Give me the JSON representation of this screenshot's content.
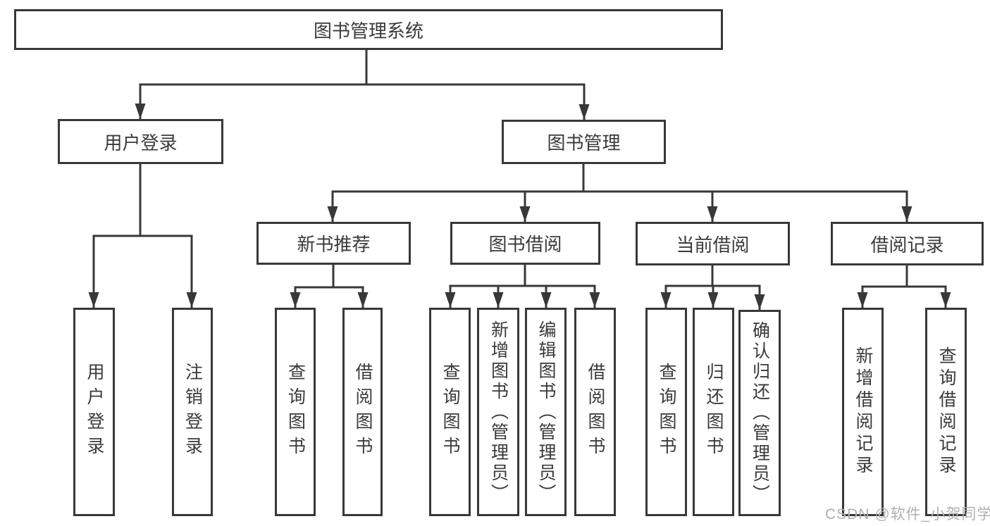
{
  "diagram_title": "图书管理系统",
  "tree": {
    "label": "图书管理系统",
    "children": [
      {
        "label": "用户登录",
        "children": [
          {
            "label": "用户登录"
          },
          {
            "label": "注销登录"
          }
        ]
      },
      {
        "label": "图书管理",
        "children": [
          {
            "label": "新书推荐",
            "children": [
              {
                "label": "查询图书"
              },
              {
                "label": "借阅图书"
              }
            ]
          },
          {
            "label": "图书借阅",
            "children": [
              {
                "label": "查询图书"
              },
              {
                "label": "新增图书（管理员）"
              },
              {
                "label": "编辑图书（管理员）"
              },
              {
                "label": "借阅图书"
              }
            ]
          },
          {
            "label": "当前借阅",
            "children": [
              {
                "label": "查询图书"
              },
              {
                "label": "归还图书"
              },
              {
                "label": "确认归还（管理员）"
              }
            ]
          },
          {
            "label": "借阅记录",
            "children": [
              {
                "label": "新增借阅记录"
              },
              {
                "label": "查询借阅记录"
              }
            ]
          }
        ]
      }
    ]
  },
  "watermark": "CSDN @软件_小贺同学",
  "colors": {
    "line": "#383838",
    "text": "#3a3a3a",
    "watermark": "#b0b0b0",
    "background": "#ffffff"
  }
}
